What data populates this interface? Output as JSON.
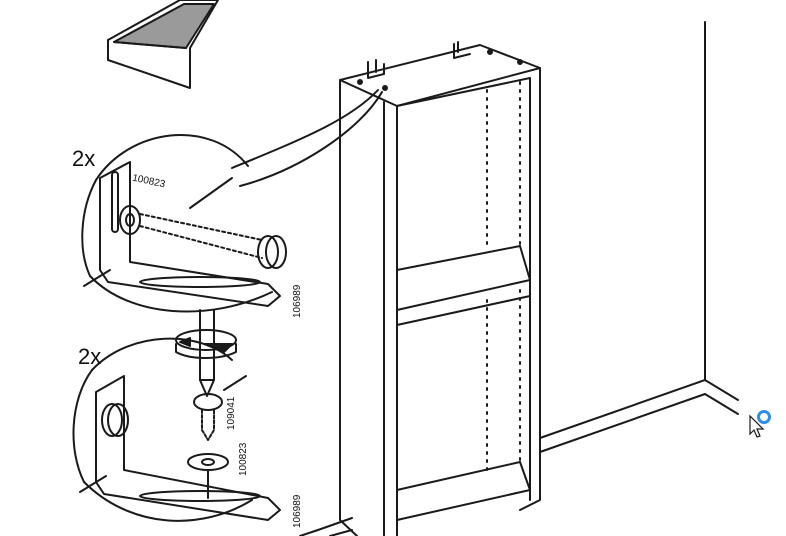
{
  "step1": {
    "quantity": "2x",
    "part_codes": {
      "washer": "100823",
      "bracket": "106989"
    }
  },
  "step2": {
    "quantity": "2x",
    "part_codes": {
      "screw": "109041",
      "washer": "100823",
      "bracket": "106989"
    }
  },
  "colors": {
    "line": "#1a1a1a",
    "cursor_ring": "#2f8fe6",
    "cursor_arrow": "#ffffff"
  },
  "icons": {
    "cursor": "busy-pointer-icon",
    "rotation": "clockwise-rotation-icon"
  }
}
